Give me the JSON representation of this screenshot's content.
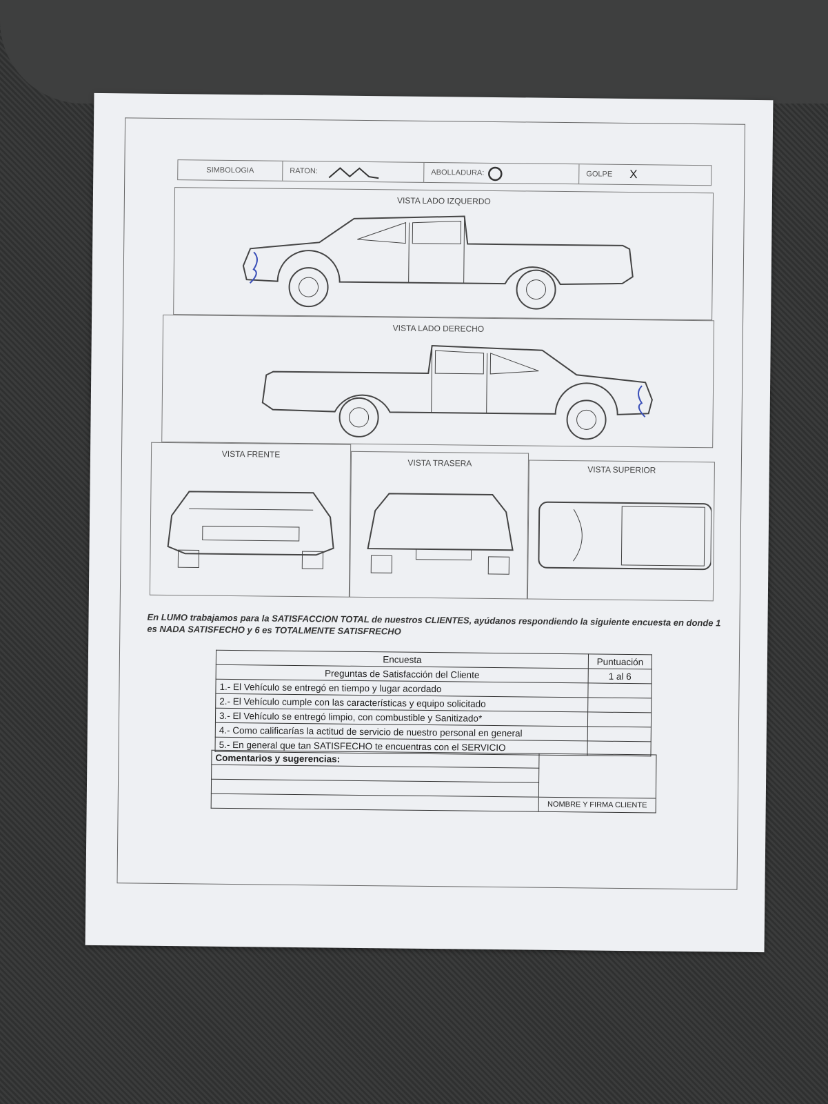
{
  "legend": {
    "title": "SIMBOLOGIA",
    "raton": "RATON:",
    "abolladura": "ABOLLADURA:",
    "golpe": "GOLPE",
    "golpe_symbol": "X"
  },
  "views": {
    "left": "VISTA LADO IZQUERDO",
    "right": "VISTA LADO DERECHO",
    "front": "VISTA FRENTE",
    "rear": "VISTA TRASERA",
    "top": "VISTA SUPERIOR"
  },
  "intro": "En LUMO trabajamos para la SATISFACCION TOTAL de nuestros CLIENTES, ayúdanos respondiendo la siguiente encuesta en donde 1 es NADA SATISFECHO y 6 es TOTALMENTE SATISFRECHO",
  "survey": {
    "title": "Encuesta",
    "score_header": "Puntuación",
    "subtitle": "Preguntas de Satisfacción del Cliente",
    "score_range": "1 al 6",
    "questions": [
      "1.- El Vehículo se entregó en tiempo y lugar acordado",
      "2.- El Vehículo cumple con las características y equipo solicitado",
      "3.- El Vehículo se entregó limpio, con combustible y Sanitizado*",
      "4.- Como calificarías la actitud de servicio de nuestro personal en general",
      "5.- En general que tan SATISFECHO te encuentras con el SERVICIO"
    ],
    "comments_label": "Comentarios y sugerencias:",
    "signature_label": "NOMBRE Y FIRMA CLIENTE"
  }
}
